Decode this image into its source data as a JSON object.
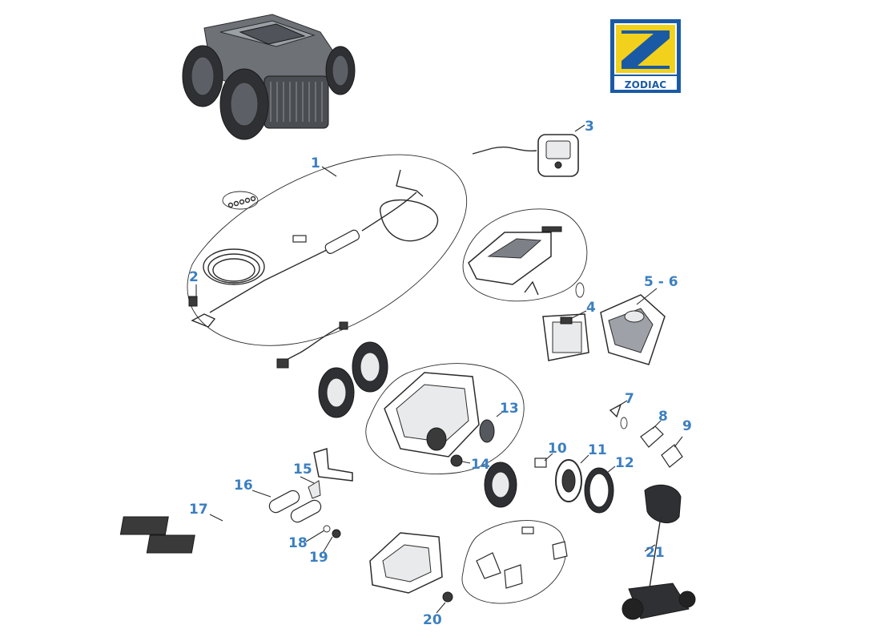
{
  "logo": {
    "brand_text": "ZODIAC",
    "colors": {
      "background": "#1a5aa5",
      "mark": "#f2d11c"
    },
    "icon": "zodiac-z-logo-icon"
  },
  "callout_color": "#3c7fc0",
  "callouts": [
    "1",
    "2",
    "3",
    "4",
    "5 - 6",
    "7",
    "8",
    "9",
    "10",
    "11",
    "12",
    "13",
    "14",
    "15",
    "16",
    "17",
    "18",
    "19",
    "20",
    "21"
  ],
  "illustration": {
    "hero": "pool-robot-cleaner-icon",
    "parts": [
      "power-cable-kit-icon",
      "swivel-icon",
      "control-box-icon",
      "top-cover-icon",
      "filter-frame-icon",
      "filter-basket-icon",
      "motor-block-chassis-icon",
      "wheel-icon",
      "tire-icon",
      "brush-roller-icon",
      "brush-blade-icon",
      "handle-icon",
      "caddy-trolley-icon"
    ]
  }
}
